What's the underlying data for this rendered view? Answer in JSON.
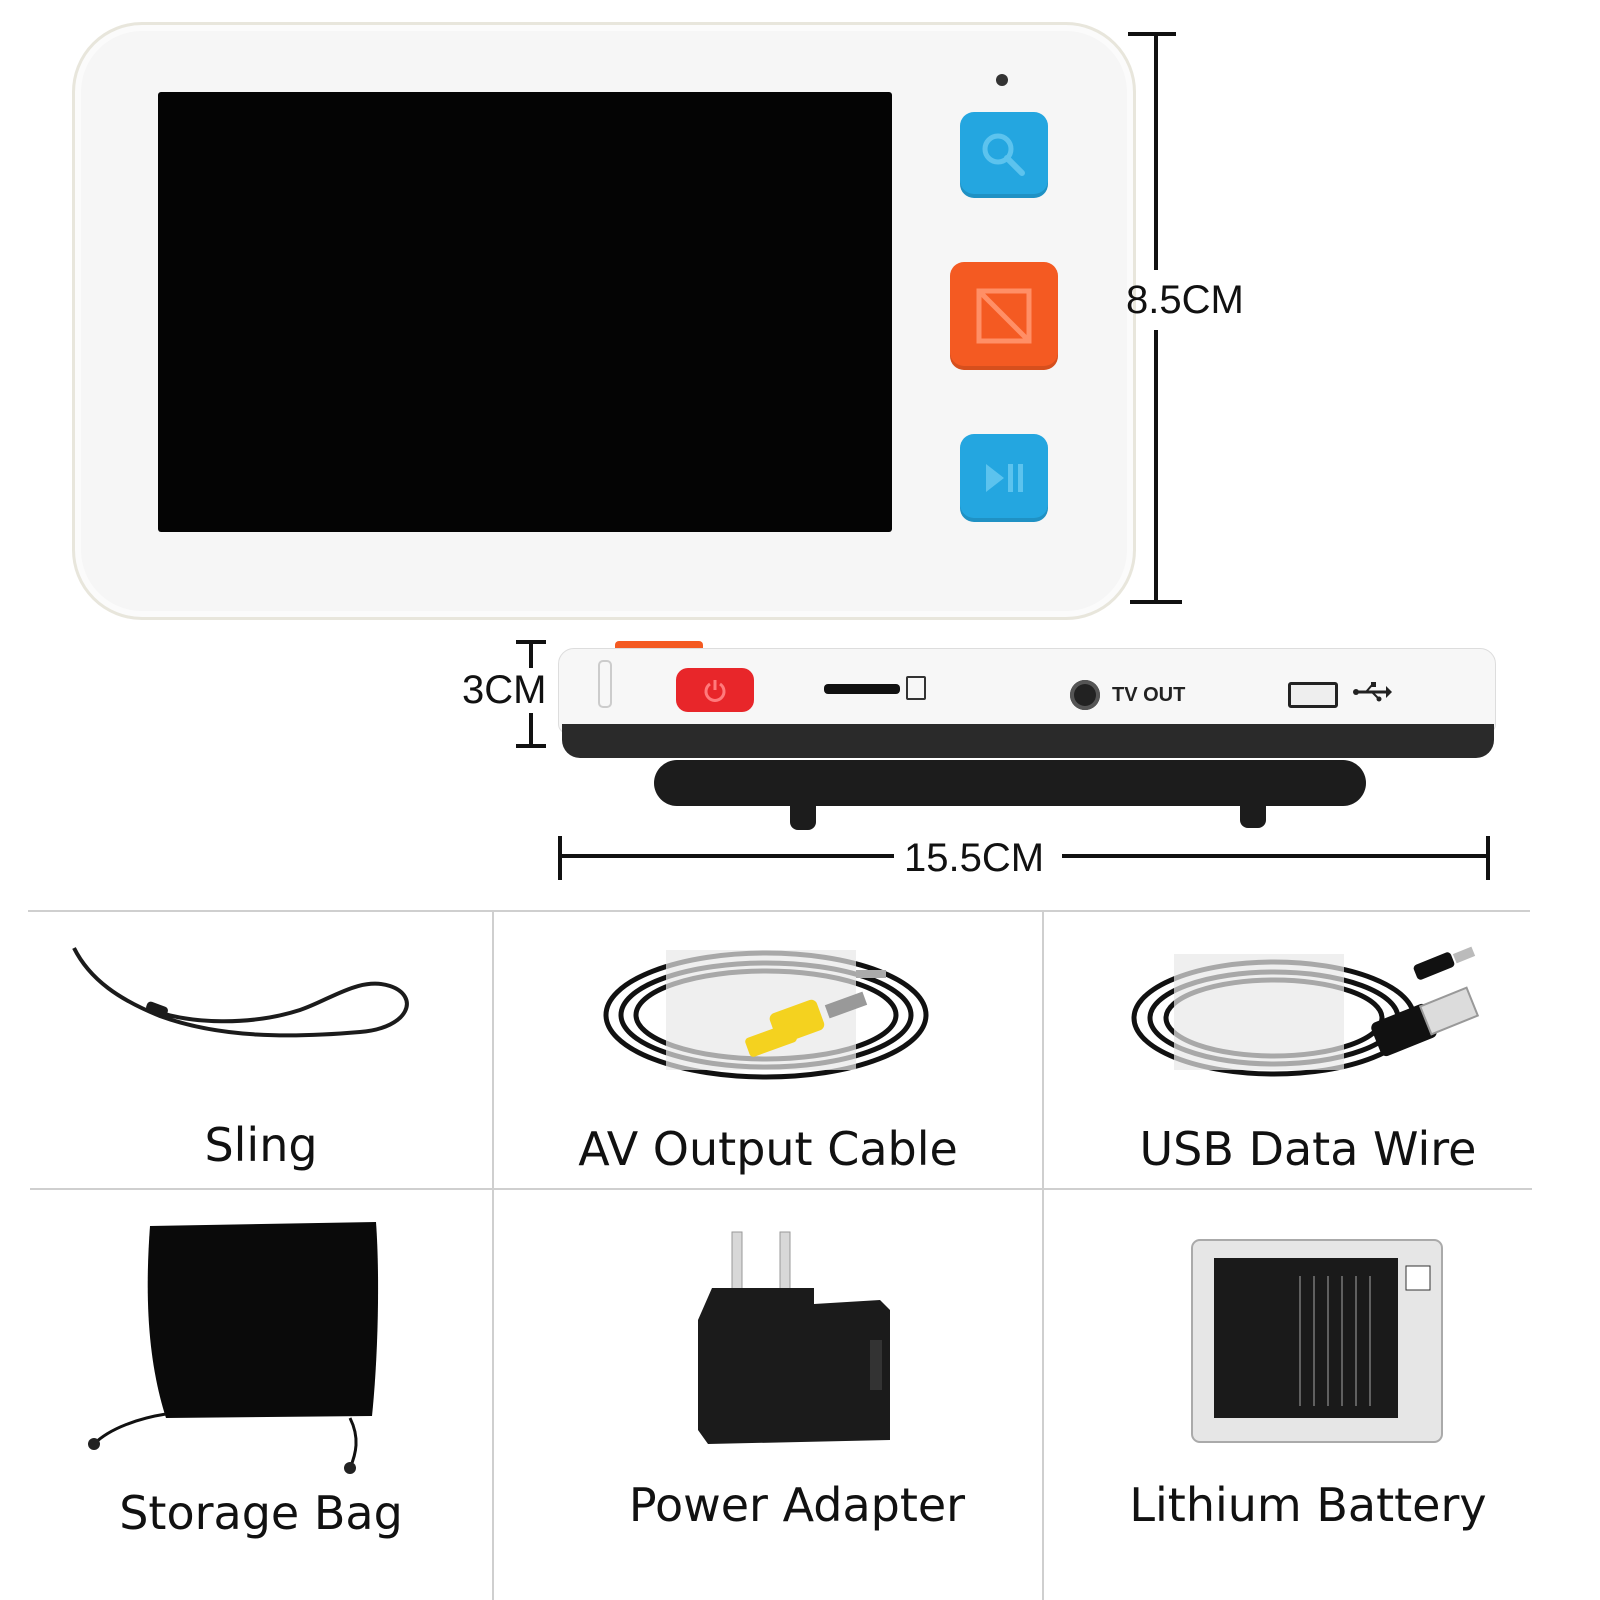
{
  "dimensions": {
    "height": "8.5CM",
    "depth": "3CM",
    "width": "15.5CM"
  },
  "ports": {
    "tv_out": "TV OUT"
  },
  "accessories": [
    {
      "label": "Sling"
    },
    {
      "label": "AV Output Cable"
    },
    {
      "label": "USB Data Wire"
    },
    {
      "label": "Storage Bag"
    },
    {
      "label": "Power Adapter"
    },
    {
      "label": "Lithium Battery"
    }
  ],
  "colors": {
    "button_blue": "#24a6e0",
    "button_orange": "#f45a22",
    "power_red": "#e8262a"
  }
}
